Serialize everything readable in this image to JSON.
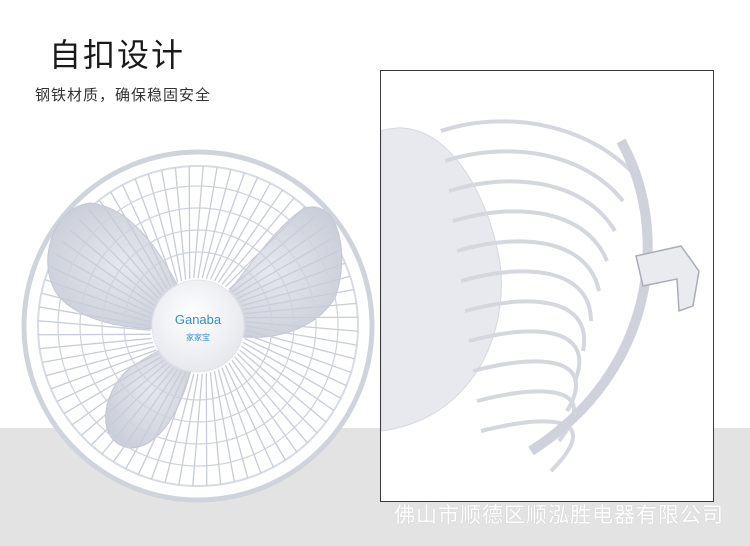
{
  "heading": {
    "title": "自扣设计",
    "subtitle": "钢铁材质，确保稳固安全"
  },
  "fan": {
    "brand_logo": "Ganaba",
    "brand_chinese": "家家宝"
  },
  "watermark": "佛山市顺德区顺泓胜电器有限公司",
  "colors": {
    "background": "#ffffff",
    "band": "#e3e3e3",
    "grille": "#c9cfda",
    "blade": "#d4d8e2",
    "brand_blue": "#2f8fd8"
  }
}
